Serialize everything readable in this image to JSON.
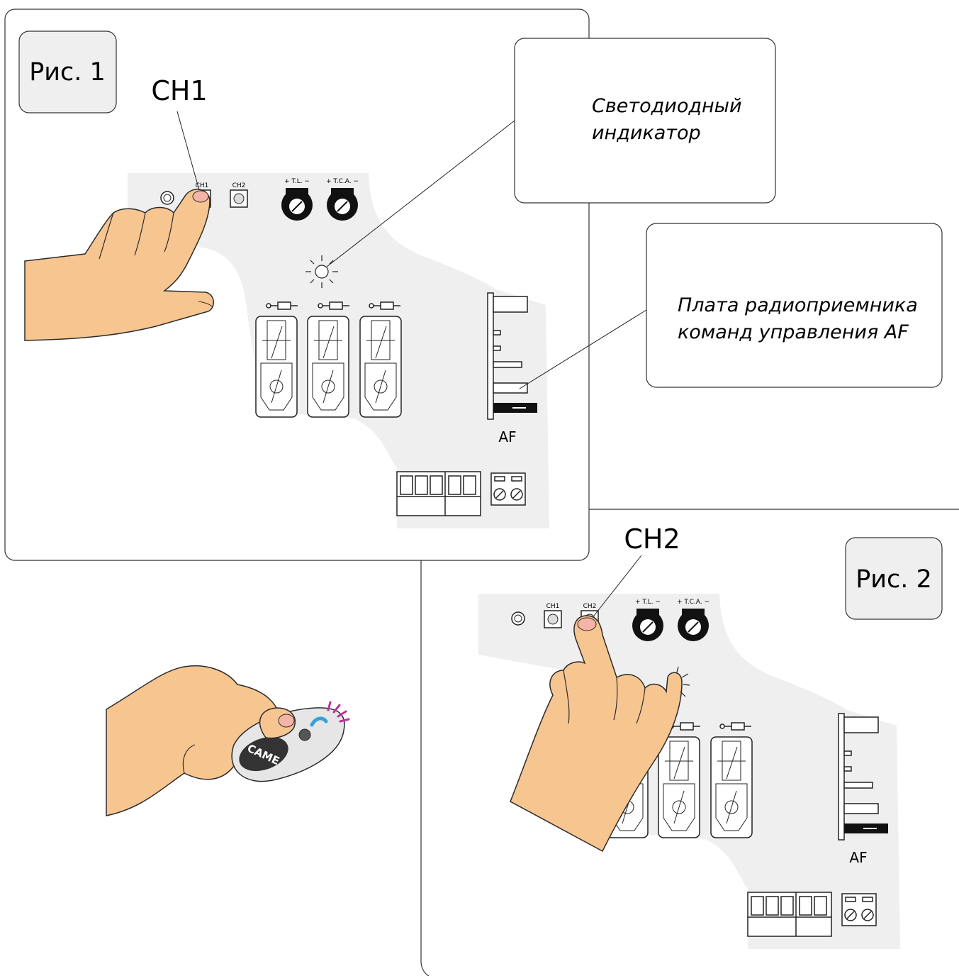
{
  "figure1": {
    "label": "Рис. 1",
    "button_callout": "CH1",
    "led_callout": [
      "Светодиодный",
      "индикатор"
    ],
    "receiver_callout": [
      "Плата радиоприемника",
      "команд управления AF"
    ]
  },
  "figure2": {
    "label": "Рис. 2",
    "button_callout": "CH2"
  },
  "board": {
    "ch1_label": "CH1",
    "ch2_label": "CH2",
    "tl_label": "+ T.L. −",
    "tca_label": "+ T.C.A. −",
    "af_label": "AF"
  },
  "remote": {
    "brand": "CAME"
  },
  "colors": {
    "board": "#efefef",
    "skin": "#f7c590",
    "skin_outline": "#2b2b2b",
    "signal": "#c0309a"
  }
}
